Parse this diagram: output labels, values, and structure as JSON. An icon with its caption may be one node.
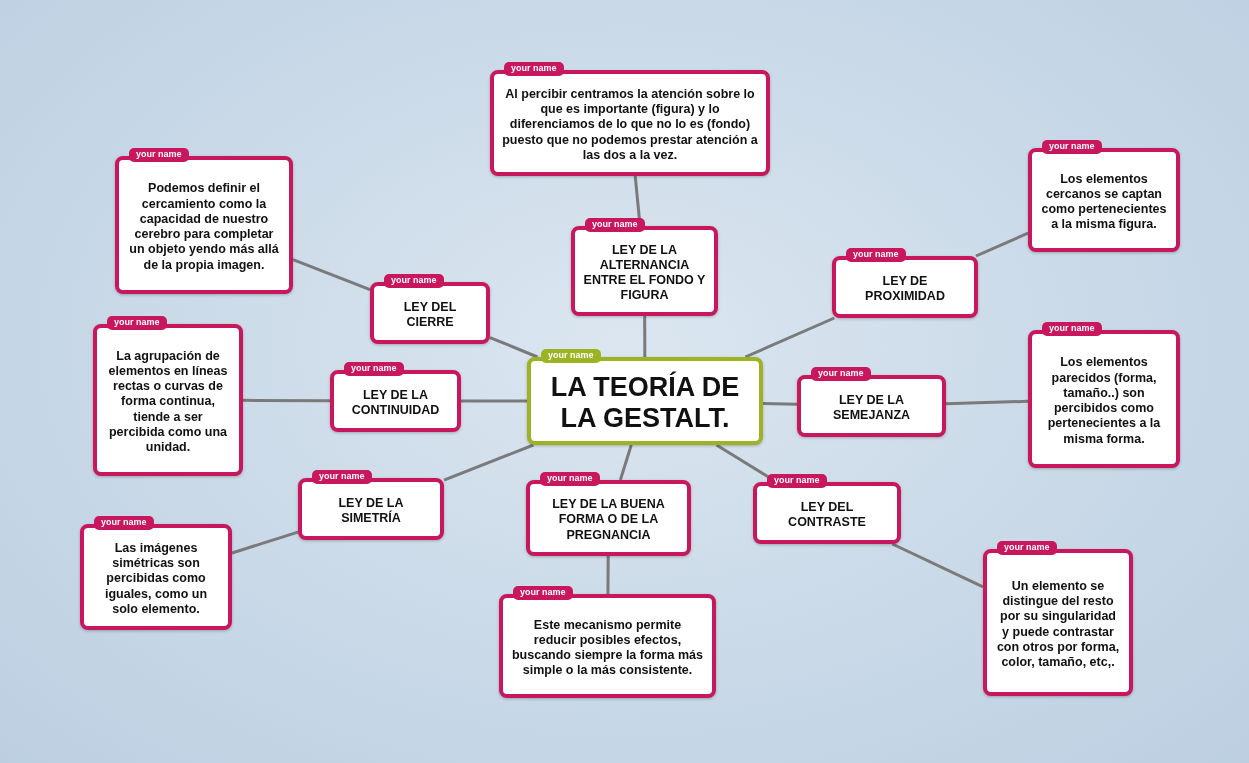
{
  "diagram": {
    "nodes": [
      {
        "text": [
          "your name",
          "LA TEORÍA DE LA GESTALT."
        ]
      },
      {
        "text": [
          "your name",
          "Al percibir centramos la atención sobre lo que es importante (figura) y lo diferenciamos de lo que no lo es (fondo) puesto que no podemos prestar atención a las dos a la vez."
        ]
      },
      {
        "text": [
          "your name",
          "LEY DE LA ALTERNANCIA ENTRE EL FONDO Y FIGURA"
        ]
      },
      {
        "text": [
          "your name",
          "Podemos definir el cercamiento como la capacidad de nuestro cerebro para completar un objeto yendo más allá de la propia imagen."
        ]
      },
      {
        "text": [
          "your name",
          "LEY DEL CIERRE"
        ]
      },
      {
        "text": [
          "your name",
          "Los elementos cercanos se captan como pertenecientes a la misma figura."
        ]
      },
      {
        "text": [
          "your name",
          "LEY DE PROXIMIDAD"
        ]
      },
      {
        "text": [
          "your name",
          "La agrupación de elementos en líneas rectas o curvas de forma continua, tiende a ser percibida como una unidad."
        ]
      },
      {
        "text": [
          "your name",
          "LEY DE LA CONTINUIDAD"
        ]
      },
      {
        "text": [
          "your name",
          "LEY DE LA SEMEJANZA"
        ]
      },
      {
        "text": [
          "your name",
          "Los elementos parecidos (forma, tamaño..) son percibidos como pertenecientes a la misma forma."
        ]
      },
      {
        "text": [
          "your name",
          "LEY DE LA SIMETRÍA"
        ]
      },
      {
        "text": [
          "your name",
          "LEY DE LA BUENA FORMA O DE LA PREGNANCIA"
        ]
      },
      {
        "text": [
          "your name",
          "LEY DEL CONTRASTE"
        ]
      },
      {
        "text": [
          "your name",
          "Las imágenes simétricas son percibidas como iguales, como un solo elemento."
        ]
      },
      {
        "text": [
          "your name",
          "Este mecanismo permite reducir posibles efectos, buscando siempre la forma más simple o la más consistente."
        ]
      },
      {
        "text": [
          "your name",
          "Un elemento se distingue del resto por su singularidad y puede contrastar con otros por forma, color, tamaño, etc,."
        ]
      }
    ],
    "edges": [
      {
        "from": 0,
        "to": 2,
        "arrow": "none"
      },
      {
        "from": 2,
        "to": 1,
        "arrow": "none"
      },
      {
        "from": 0,
        "to": 4,
        "arrow": "none"
      },
      {
        "from": 4,
        "to": 3,
        "arrow": "none"
      },
      {
        "from": 0,
        "to": 6,
        "arrow": "none"
      },
      {
        "from": 6,
        "to": 5,
        "arrow": "none"
      },
      {
        "from": 0,
        "to": 8,
        "arrow": "none"
      },
      {
        "from": 8,
        "to": 7,
        "arrow": "none"
      },
      {
        "from": 0,
        "to": 9,
        "arrow": "none"
      },
      {
        "from": 9,
        "to": 10,
        "arrow": "none"
      },
      {
        "from": 0,
        "to": 11,
        "arrow": "none"
      },
      {
        "from": 11,
        "to": 14,
        "arrow": "none"
      },
      {
        "from": 0,
        "to": 12,
        "arrow": "none"
      },
      {
        "from": 12,
        "to": 15,
        "arrow": "none"
      },
      {
        "from": 0,
        "to": 13,
        "arrow": "none"
      },
      {
        "from": 13,
        "to": 16,
        "arrow": "none"
      }
    ]
  }
}
